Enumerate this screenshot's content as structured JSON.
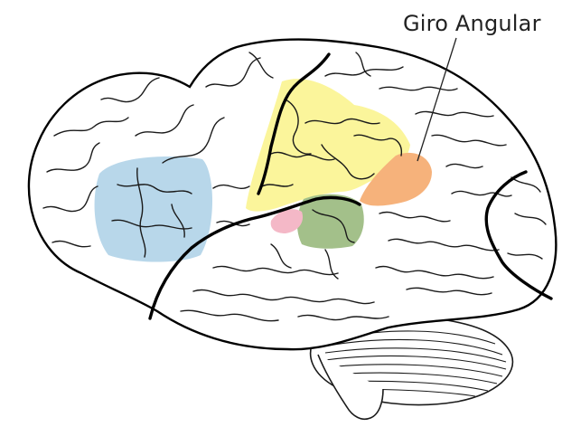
{
  "label": {
    "text": "Giro Angular"
  },
  "regions": [
    {
      "name": "blue-region",
      "color": "#b8d7ea"
    },
    {
      "name": "yellow-region",
      "color": "#fbf59b"
    },
    {
      "name": "orange-region",
      "color": "#f6b27b"
    },
    {
      "name": "green-region",
      "color": "#a3c08a"
    },
    {
      "name": "pink-region",
      "color": "#f4b8c7"
    }
  ],
  "colors": {
    "outline": "#000000",
    "background": "#ffffff",
    "label_text": "#222222"
  }
}
